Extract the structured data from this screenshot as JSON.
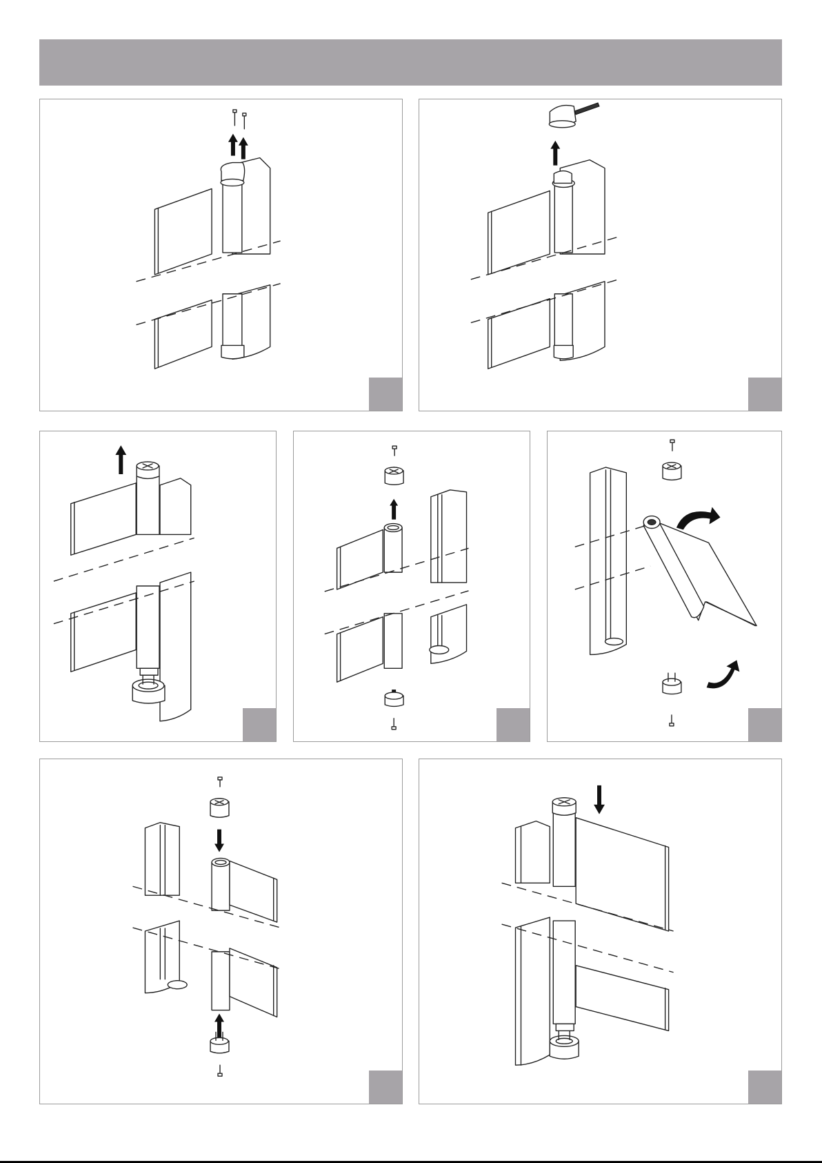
{
  "colors": {
    "header_bar": "#a7a4a8",
    "step_badge": "#a7a4a8",
    "panel_border": "#9a9a9a",
    "line_art": "#222222",
    "arrow": "#111111"
  },
  "header": {
    "title": ""
  },
  "panels": [
    {
      "id": "p1",
      "illustration": "remove-top-screws"
    },
    {
      "id": "p2",
      "illustration": "lift-top-cap"
    },
    {
      "id": "p3",
      "illustration": "lift-door-off"
    },
    {
      "id": "p4",
      "illustration": "remove-pivot-bushings"
    },
    {
      "id": "p5",
      "illustration": "reverse-door"
    },
    {
      "id": "p6",
      "illustration": "refit-pivot-bushings"
    },
    {
      "id": "p7",
      "illustration": "reinstall-door"
    }
  ]
}
